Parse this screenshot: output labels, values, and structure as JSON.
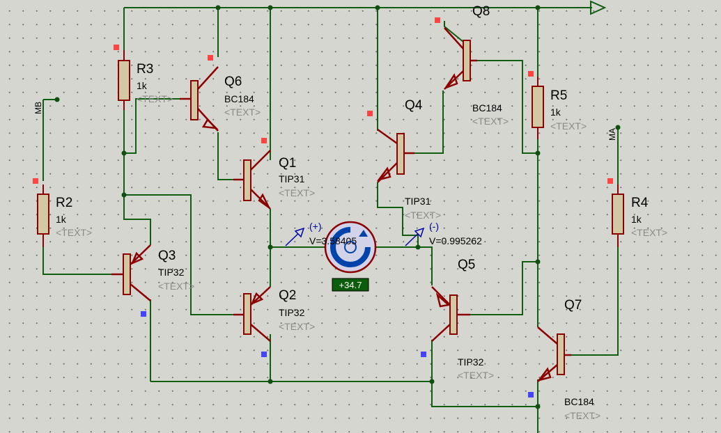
{
  "colors": {
    "wire": "#0f5d0f",
    "component": "#8b0000",
    "body_fill": "#d2c8a3",
    "probe": "#0000aa",
    "pin_high": "#ff4444",
    "pin_low": "#4444ff",
    "dot": "#0f4f0f"
  },
  "components": {
    "r3": {
      "ref": "R3",
      "value": "1k",
      "text": "<TEXT>"
    },
    "r2": {
      "ref": "R2",
      "value": "1k",
      "text": "<TEXT>"
    },
    "r5": {
      "ref": "R5",
      "value": "1k",
      "text": "<TEXT>"
    },
    "r4": {
      "ref": "R4",
      "value": "1k",
      "text": "<TEXT>"
    },
    "q6": {
      "ref": "Q6",
      "value": "BC184",
      "text": "<TEXT>"
    },
    "q1": {
      "ref": "Q1",
      "value": "TIP31",
      "text": "<TEXT>"
    },
    "q3": {
      "ref": "Q3",
      "value": "TIP32",
      "text": "<TEXT>"
    },
    "q2": {
      "ref": "Q2",
      "value": "TIP32",
      "text": "<TEXT>"
    },
    "q8": {
      "ref": "Q8"
    },
    "q4": {
      "ref": "Q4",
      "value": "TIP31",
      "text": "<TEXT>"
    },
    "q4b": {
      "value": "BC184",
      "text": "<TEXT>"
    },
    "q5": {
      "ref": "Q5",
      "value": "TIP32",
      "text": "<TEXT>"
    },
    "q7": {
      "ref": "Q7",
      "value": "BC184",
      "text": "<TEXT>"
    }
  },
  "terminals": {
    "mb": "MB",
    "ma": "MA"
  },
  "probes": {
    "left": {
      "sign": "(+)",
      "reading": "V=3.58405"
    },
    "right": {
      "sign": "(-)",
      "reading": "V=0.995262"
    }
  },
  "motor": {
    "speed": "+34.7"
  }
}
